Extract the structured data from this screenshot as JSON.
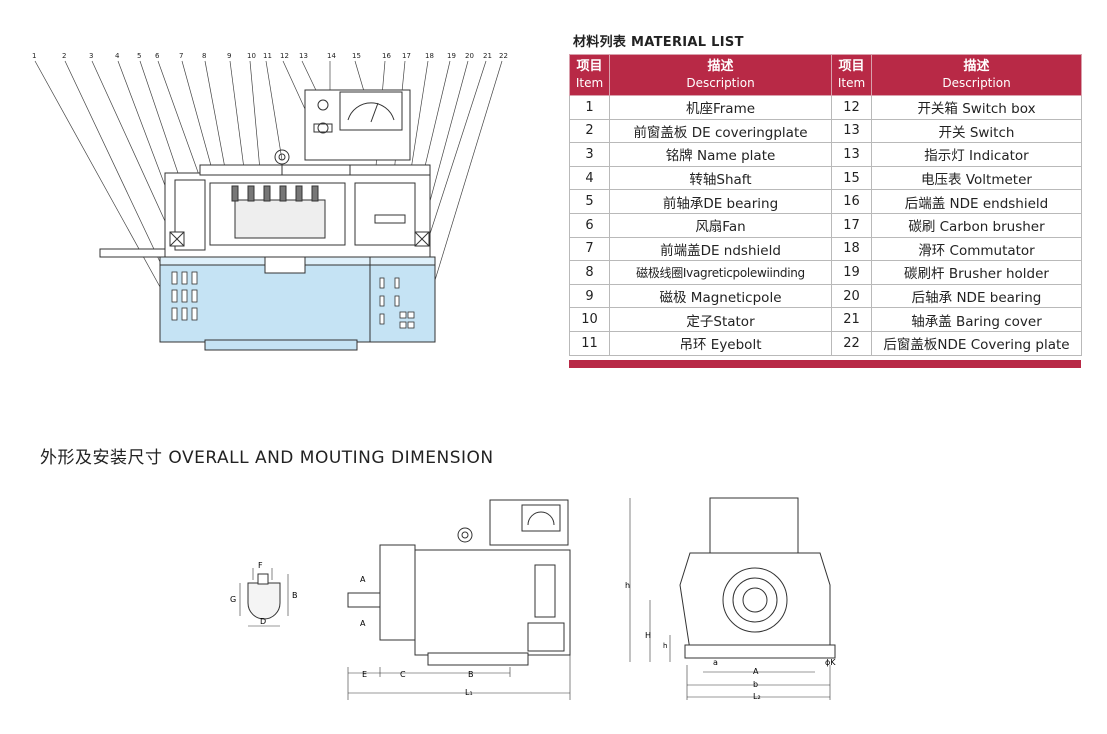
{
  "material_list": {
    "title": "材料列表 MATERIAL LIST",
    "headers": {
      "item_cn": "项目",
      "item_en": "Item",
      "desc_cn": "描述",
      "desc_en": "Description"
    },
    "rows": [
      {
        "l_item": "1",
        "l_desc": "机座Frame",
        "r_item": "12",
        "r_desc": "开关箱 Switch box"
      },
      {
        "l_item": "2",
        "l_desc": "前窗盖板 DE coveringplate",
        "r_item": "13",
        "r_desc": "开关 Switch"
      },
      {
        "l_item": "3",
        "l_desc": "铭牌 Name plate",
        "r_item": "13",
        "r_desc": "指示灯 Indicator"
      },
      {
        "l_item": "4",
        "l_desc": "转轴Shaft",
        "r_item": "15",
        "r_desc": "电压表 Voltmeter"
      },
      {
        "l_item": "5",
        "l_desc": "前轴承DE bearing",
        "r_item": "16",
        "r_desc": "后端盖 NDE endshield"
      },
      {
        "l_item": "6",
        "l_desc": "风扇Fan",
        "r_item": "17",
        "r_desc": "碳刷 Carbon brusher"
      },
      {
        "l_item": "7",
        "l_desc": "前端盖DE ndshield",
        "r_item": "18",
        "r_desc": "滑环 Commutator"
      },
      {
        "l_item": "8",
        "l_desc": "磁极线圈Ivagreticpolewiinding",
        "r_item": "19",
        "r_desc": "碳刷杆 Brusher holder"
      },
      {
        "l_item": "9",
        "l_desc": "磁极 Magneticpole",
        "r_item": "20",
        "r_desc": "后轴承 NDE bearing"
      },
      {
        "l_item": "10",
        "l_desc": "定子Stator",
        "r_item": "21",
        "r_desc": "轴承盖 Baring cover"
      },
      {
        "l_item": "11",
        "l_desc": "吊环 Eyebolt",
        "r_item": "22",
        "r_desc": "后窗盖板NDE Covering plate"
      }
    ]
  },
  "dimension_section": {
    "title": "外形及安装尺寸 OVERALL AND MOUTING DIMENSION"
  },
  "diagram": {
    "callout_numbers": [
      "1",
      "2",
      "3",
      "4",
      "5",
      "6",
      "7",
      "8",
      "9",
      "10",
      "11",
      "12",
      "13",
      "14",
      "15",
      "16",
      "17",
      "18",
      "19",
      "20",
      "21",
      "22"
    ],
    "shaft_labels": {
      "F": "F",
      "G": "G",
      "B": "B",
      "D": "D"
    },
    "side_labels": {
      "A_top": "A",
      "A_bottom": "A",
      "E": "E",
      "C": "C",
      "B": "B",
      "L1": "L₁"
    },
    "front_labels": {
      "h": "h",
      "H": "H",
      "h1": "h",
      "a": "a",
      "A": "A",
      "b": "b",
      "L2": "L₂",
      "K": "ϕK"
    }
  },
  "colors": {
    "accent": "#b82946",
    "body_fill": "#c5e3f4",
    "line": "#333333"
  }
}
